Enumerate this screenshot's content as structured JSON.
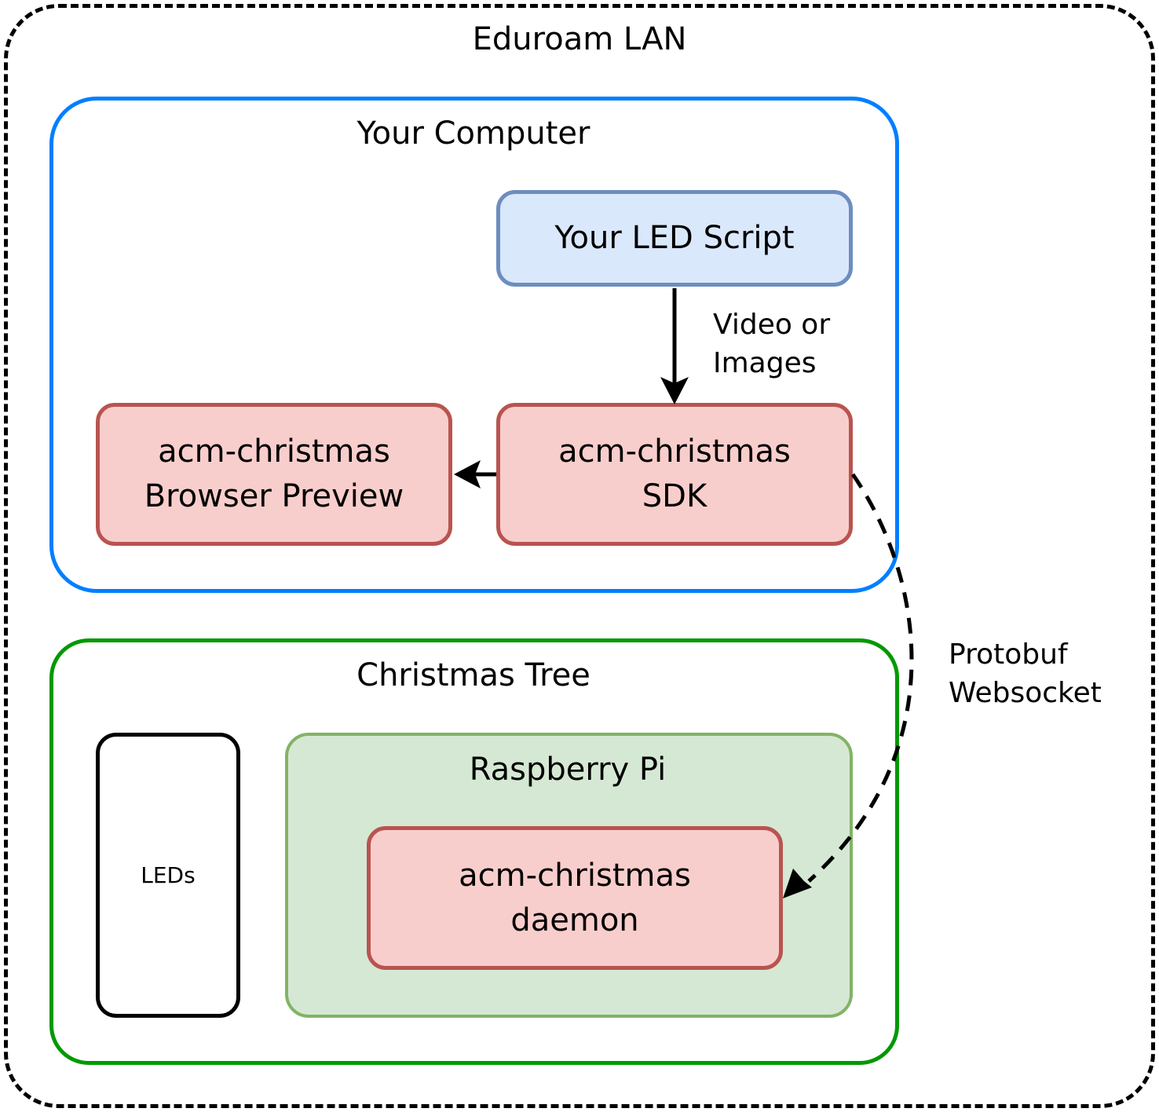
{
  "lan": {
    "title": "Eduroam LAN"
  },
  "computer": {
    "title": "Your Computer",
    "led_script": "Your LED Script",
    "sdk": [
      "acm-christmas",
      "SDK"
    ],
    "preview": [
      "acm-christmas",
      "Browser Preview"
    ]
  },
  "tree": {
    "title": "Christmas Tree",
    "leds": "LEDs",
    "pi": {
      "title": "Raspberry Pi",
      "daemon": [
        "acm-christmas",
        "daemon"
      ]
    }
  },
  "edges": {
    "script_to_sdk": [
      "Video or",
      "Images"
    ],
    "sdk_to_daemon": [
      "Protobuf",
      "Websocket"
    ]
  },
  "colors": {
    "computer_border": "#007fff",
    "tree_border": "#009900",
    "pi_fill": "#d5e8d4",
    "pi_border": "#82b366",
    "component_fill": "#f8cecc",
    "component_border": "#b85450",
    "script_fill": "#dae8fc",
    "script_border": "#6c8ebf"
  }
}
